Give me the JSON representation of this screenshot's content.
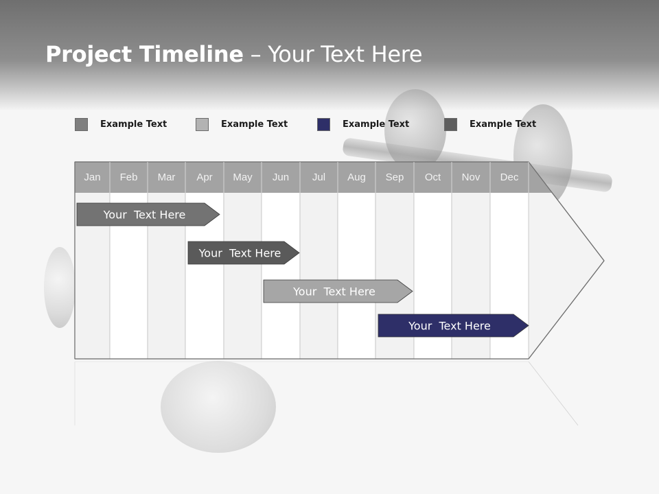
{
  "slide": {
    "title_bold": "Project Timeline",
    "title_separator": " – ",
    "title_rest": "Your Text Here"
  },
  "legend": [
    {
      "label": "Example Text",
      "color": "#7f7f7f"
    },
    {
      "label": "Example Text",
      "color": "#b3b3b3"
    },
    {
      "label": "Example Text",
      "color": "#2e2f68"
    },
    {
      "label": "Example Text",
      "color": "#5e5e5e"
    }
  ],
  "timeline": {
    "months": [
      "Jan",
      "Feb",
      "Mar",
      "Apr",
      "May",
      "Jun",
      "Jul",
      "Aug",
      "Sep",
      "Oct",
      "Nov",
      "Dec"
    ],
    "header_color": "#a3a3a3",
    "tasks": [
      {
        "label": "Your  Text Here",
        "color": "#737373"
      },
      {
        "label": "Your  Text Here",
        "color": "#5a5a5a"
      },
      {
        "label": "Your  Text Here",
        "color": "#a6a6a6"
      },
      {
        "label": "Your  Text Here",
        "color": "#2e2f68"
      }
    ]
  }
}
